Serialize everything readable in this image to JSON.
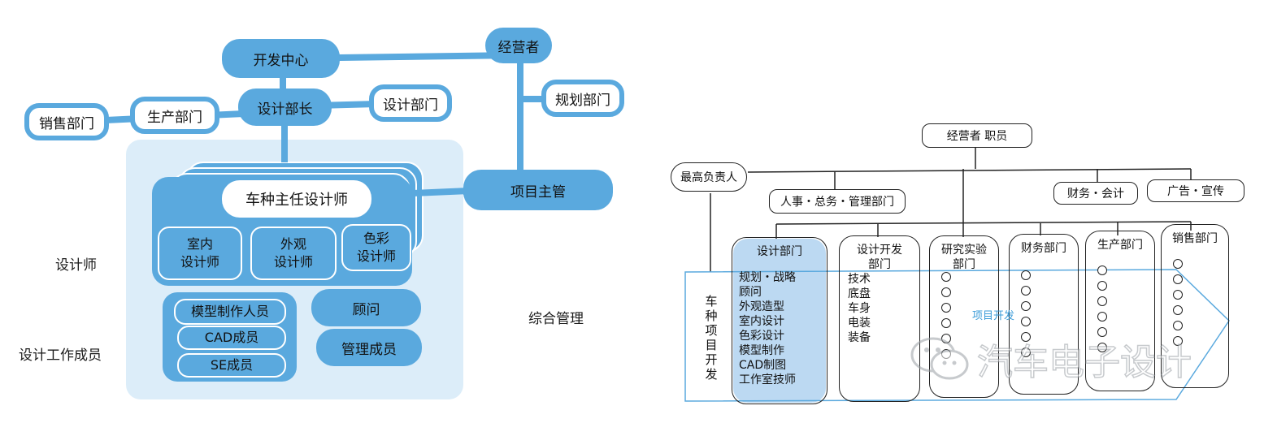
{
  "left_chart": {
    "top_nodes": {
      "dev_center": "开发中心",
      "manager": "经营者",
      "design_chief": "设计部长",
      "design_dept": "设计部门",
      "planning_dept": "规划部门",
      "production_dept": "生产部门",
      "sales_dept": "销售部门",
      "project_lead": "项目主管"
    },
    "chief_designer": "车种主任设计师",
    "designers": [
      "室内\n设计师",
      "外观\n设计师",
      "色彩\n设计师"
    ],
    "staff": [
      "模型制作人员",
      "CAD成员",
      "SE成员"
    ],
    "consult": "顾问",
    "mgmt_member": "管理成员",
    "side_labels": {
      "designer": "设计师",
      "staff": "设计工作成员",
      "general_mgmt": "综合管理"
    }
  },
  "right_chart": {
    "manager_staff": "经营者 职员",
    "top_responsible": "最高负责人",
    "hr_admin": "人事・总务・管理部门",
    "finance_acct": "财务・会计",
    "ad_pr": "广告・宣传",
    "vehicle_dev": "车种项目开发",
    "project_dev": "项目开发",
    "depts": [
      {
        "title": "设计部门",
        "items": [
          "规划・战略",
          "顾问",
          "外观造型",
          "室内设计",
          "色彩设计",
          "模型制作",
          "CAD制图",
          "工作室技师"
        ]
      },
      {
        "title": "设计开发\n部门",
        "items": [
          "技术",
          "底盘",
          "车身",
          "电装",
          "装备"
        ]
      },
      {
        "title": "研究实验\n部门",
        "items": []
      },
      {
        "title": "财务部门",
        "items": []
      },
      {
        "title": "生产部门",
        "items": []
      },
      {
        "title": "销售部门",
        "items": []
      }
    ],
    "watermark": "汽车电子设计",
    "colors": {
      "accent": "#5aa9de",
      "highlight": "#bcd9f2"
    }
  }
}
